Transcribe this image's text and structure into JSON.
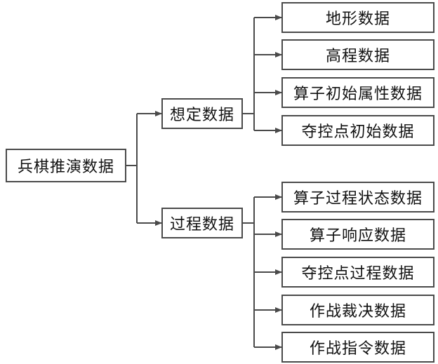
{
  "root": {
    "label": "兵棋推演数据"
  },
  "branches": [
    {
      "label": "想定数据",
      "children": [
        "地形数据",
        "高程数据",
        "算子初始属性数据",
        "夺控点初始数据"
      ]
    },
    {
      "label": "过程数据",
      "children": [
        "算子过程状态数据",
        "算子响应数据",
        "夺控点过程数据",
        "作战裁决数据",
        "作战指令数据"
      ]
    }
  ],
  "colors": {
    "line": "#4a4a4a",
    "text": "#111111",
    "background": "#ffffff"
  }
}
